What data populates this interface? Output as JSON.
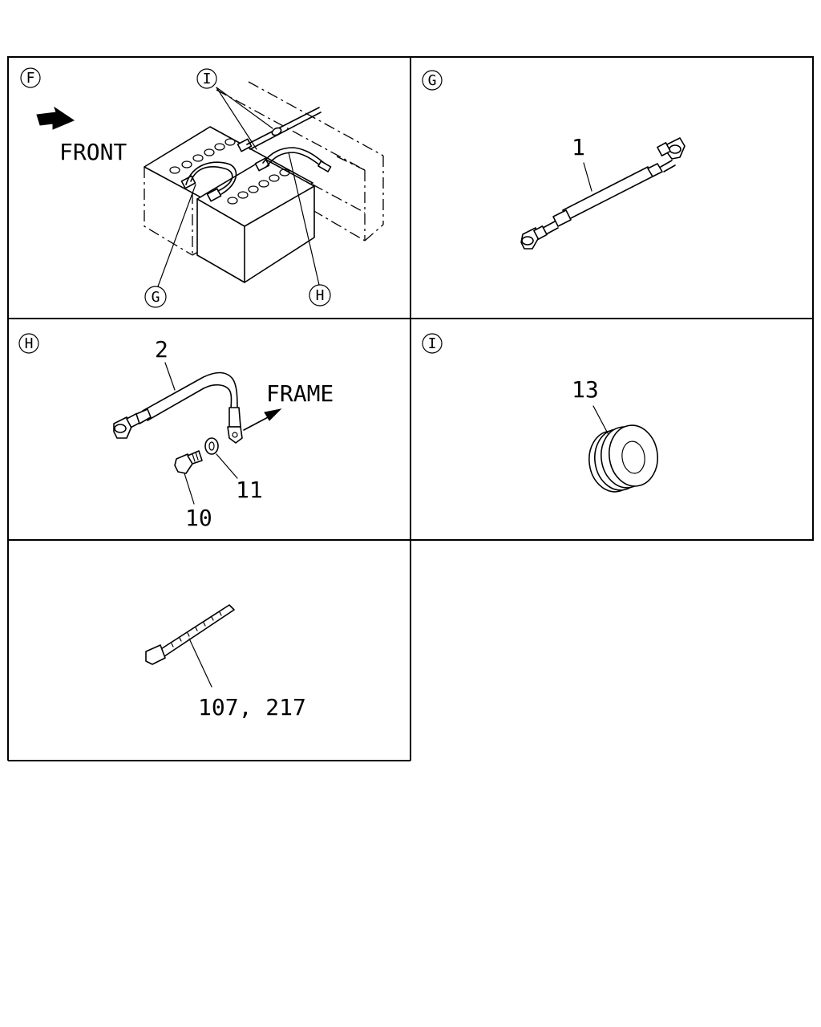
{
  "panels": [
    {
      "id": "F",
      "callouts": [
        "I",
        "G",
        "H"
      ],
      "labels": [
        "FRONT"
      ]
    },
    {
      "id": "G",
      "parts": [
        "1"
      ]
    },
    {
      "id": "H",
      "parts": [
        "2",
        "11",
        "10"
      ],
      "labels": [
        "FRAME"
      ]
    },
    {
      "id": "I",
      "parts": [
        "13"
      ]
    },
    {
      "id": "",
      "parts": [
        "107, 217"
      ]
    }
  ]
}
